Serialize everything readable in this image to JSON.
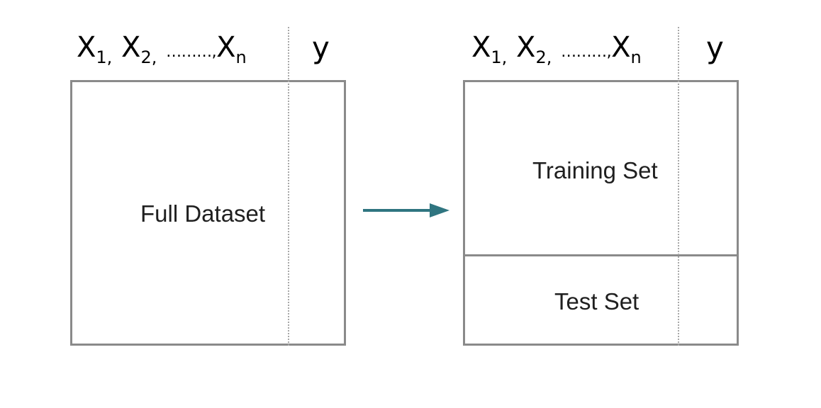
{
  "left_panel": {
    "features": {
      "x1": "X",
      "x1_sub": "1,",
      "x2": "X",
      "x2_sub": "2,",
      "dots": "………,",
      "xn": "X",
      "xn_sub": "n"
    },
    "target": "y",
    "box_label": "Full Dataset"
  },
  "right_panel": {
    "features": {
      "x1": "X",
      "x1_sub": "1,",
      "x2": "X",
      "x2_sub": "2,",
      "dots": "………,",
      "xn": "X",
      "xn_sub": "n"
    },
    "target": "y",
    "training_label": "Training Set",
    "test_label": "Test Set"
  },
  "colors": {
    "box_border": "#8a8a8a",
    "divider": "#a8a8a8",
    "arrow": "#2f7580",
    "label_text": "#1f1f1f"
  }
}
